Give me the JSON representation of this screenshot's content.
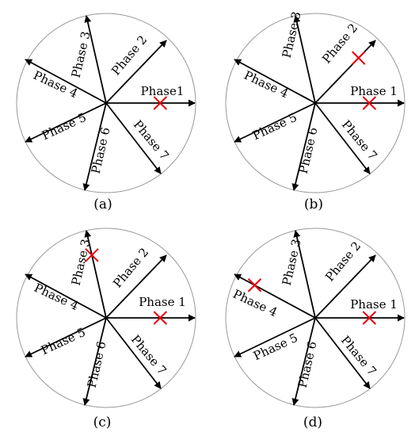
{
  "panels": [
    {
      "caption": "(a)",
      "faulted": [
        "p1"
      ],
      "labels": {
        "p1": "Phase1",
        "p2": "Phase 2",
        "p3": "Phase 3",
        "p4": "Phase 4",
        "p5": "Phase 5",
        "p6": "Phase 6",
        "p7": "Phase 7"
      }
    },
    {
      "caption": "(b)",
      "faulted": [
        "p1",
        "p2"
      ],
      "labels": {
        "p1": "Phase 1",
        "p2": "Phase 2",
        "p3": "Phase 3",
        "p4": "Phase 4",
        "p5": "Phase 5",
        "p6": "Phase 6",
        "p7": "Phase 7"
      }
    },
    {
      "caption": "(c)",
      "faulted": [
        "p1",
        "p3"
      ],
      "labels": {
        "p1": "Phase 1",
        "p2": "Phase 2",
        "p3": "Phase 3",
        "p4": "Phase 4",
        "p5": "Phase 5",
        "p6": "Phase 6",
        "p7": "Phase 7"
      }
    },
    {
      "caption": "(d)",
      "faulted": [
        "p1",
        "p4"
      ],
      "labels": {
        "p1": "Phase 1",
        "p2": "Phase 2",
        "p3": "Phase 3",
        "p4": "Phase 4",
        "p5": "Phase 5",
        "p6": "Phase 6",
        "p7": "Phase 7"
      }
    }
  ],
  "colors": {
    "fault_mark": "#e8000b",
    "circle": "#999999",
    "arrow": "#000000"
  }
}
